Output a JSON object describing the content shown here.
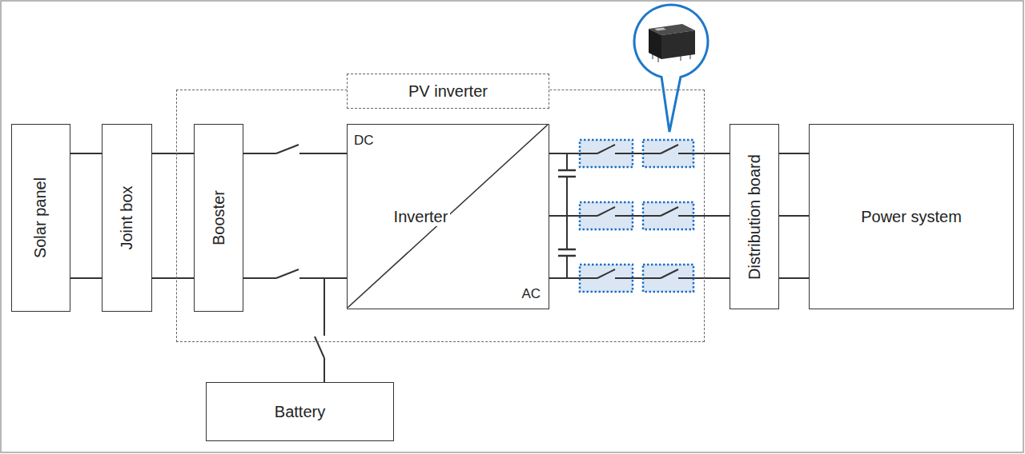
{
  "diagram": {
    "nodes": [
      {
        "text": [
          "Solar panel"
        ]
      },
      {
        "text": [
          "Joint box"
        ]
      },
      {
        "text": [
          "PV inverter"
        ]
      },
      {
        "text": [
          "Booster"
        ],
        "in": 2
      },
      {
        "text": [
          "DC",
          "Inverter",
          "AC"
        ],
        "in": 2
      },
      {
        "text": [
          "Distribution board"
        ]
      },
      {
        "text": [
          "Power system"
        ]
      },
      {
        "text": [
          "Battery"
        ]
      }
    ],
    "edges": [
      {
        "from": 0,
        "to": 1,
        "arrow": "none"
      },
      {
        "from": 0,
        "to": 1,
        "arrow": "none"
      },
      {
        "from": 1,
        "to": 3,
        "arrow": "none"
      },
      {
        "from": 1,
        "to": 3,
        "arrow": "none"
      },
      {
        "from": 3,
        "to": 4,
        "arrow": "none"
      },
      {
        "from": 3,
        "to": 4,
        "arrow": "none"
      },
      {
        "from": 4,
        "to": 5,
        "arrow": "none"
      },
      {
        "from": 4,
        "to": 5,
        "arrow": "none"
      },
      {
        "from": 4,
        "to": 5,
        "arrow": "none"
      },
      {
        "from": 5,
        "to": 6,
        "arrow": "none"
      },
      {
        "from": 5,
        "to": 6,
        "arrow": "none"
      },
      {
        "from": 5,
        "to": 6,
        "arrow": "none"
      },
      {
        "from": 7,
        "to": 4,
        "arrow": "none"
      }
    ]
  }
}
